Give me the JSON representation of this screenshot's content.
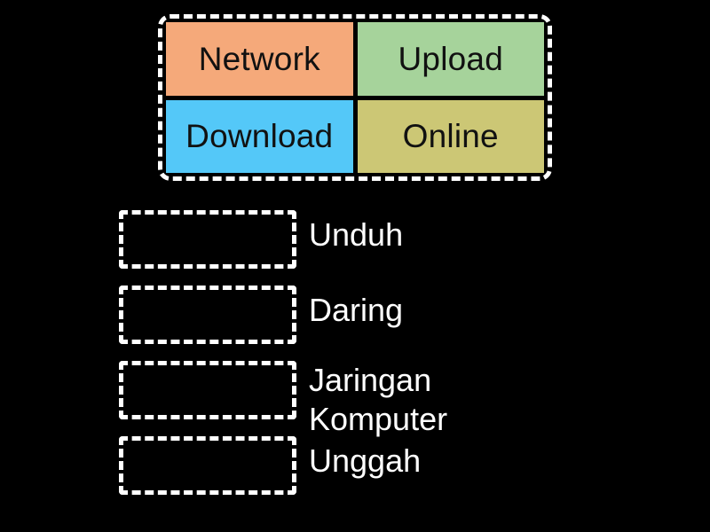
{
  "activity": {
    "type": "match-up-drag-and-drop",
    "background_color": "#000000"
  },
  "tile_bank": {
    "name": "draggable-tiles",
    "tiles": [
      {
        "label": "Network",
        "color": "#f5a97a",
        "text_color": "#111111"
      },
      {
        "label": "Upload",
        "color": "#a6d39b",
        "text_color": "#111111"
      },
      {
        "label": "Download",
        "color": "#54c8f8",
        "text_color": "#111111"
      },
      {
        "label": "Online",
        "color": "#ccc775",
        "text_color": "#111111"
      }
    ]
  },
  "answers": {
    "dropzone_placeholder": "",
    "rows": [
      {
        "label": "Unduh",
        "lines": 1
      },
      {
        "label": "Daring",
        "lines": 1
      },
      {
        "label": "Jaringan\nKomputer",
        "lines": 2
      },
      {
        "label": "Unggah",
        "lines": 1
      }
    ]
  },
  "colors": {
    "background": "#000000",
    "dash_border": "#ffffff",
    "label_text": "#ffffff"
  }
}
